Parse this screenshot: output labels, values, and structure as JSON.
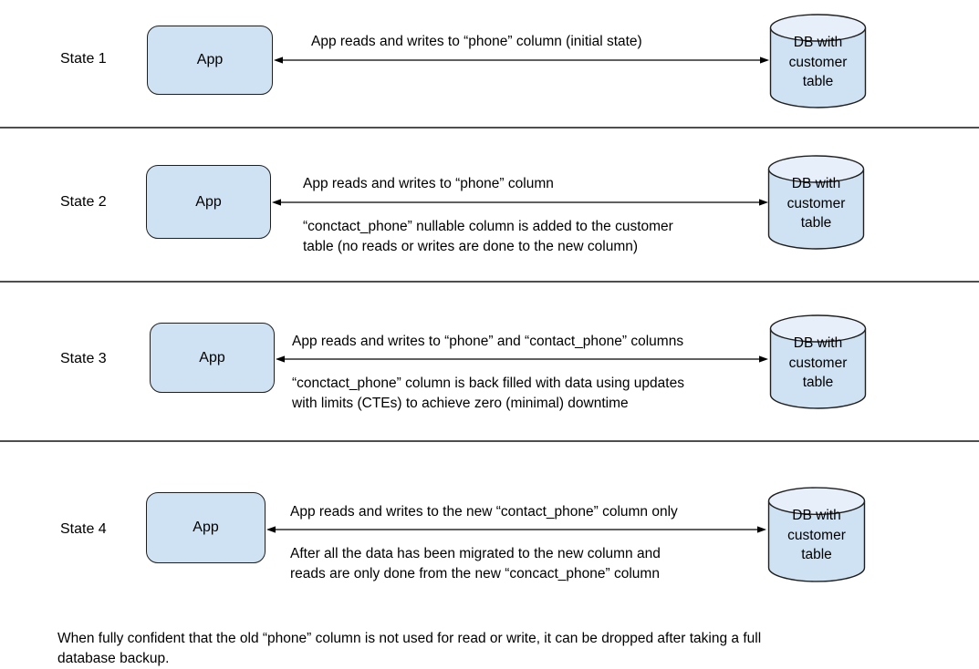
{
  "colors": {
    "shape_fill": "#cfe2f3",
    "cylinder_top_fill": "#e7effa",
    "shape_border": "#1f1f1f",
    "divider": "#2f2f2f",
    "text": "#000000",
    "background": "#ffffff"
  },
  "rows": [
    {
      "state": "State 1",
      "app_label": "App",
      "arrow_label": "App reads and writes to “phone” column (initial state)",
      "db_label": "DB with\ncustomer\ntable"
    },
    {
      "state": "State 2",
      "app_label": "App",
      "arrow_label": "App reads and writes to “phone” column",
      "note": "“conctact_phone” nullable column is added to the customer\ntable (no reads or writes are done to the new column)",
      "db_label": "DB with\ncustomer\ntable"
    },
    {
      "state": "State 3",
      "app_label": "App",
      "arrow_label": "App reads and writes to “phone” and “contact_phone” columns",
      "note": "“conctact_phone” column is back filled with data using updates\nwith limits (CTEs) to achieve zero (minimal) downtime",
      "db_label": "DB with\ncustomer\ntable"
    },
    {
      "state": "State 4",
      "app_label": "App",
      "arrow_label": "App reads and writes to the new “contact_phone” column only",
      "note": "After all the data has been migrated to the new column and\nreads are only done from the new “concact_phone” column",
      "db_label": "DB with\ncustomer\ntable"
    }
  ],
  "footer": {
    "note": "When fully confident that the old “phone” column is not used for read or write, it can be dropped after taking a full\ndatabase backup."
  }
}
